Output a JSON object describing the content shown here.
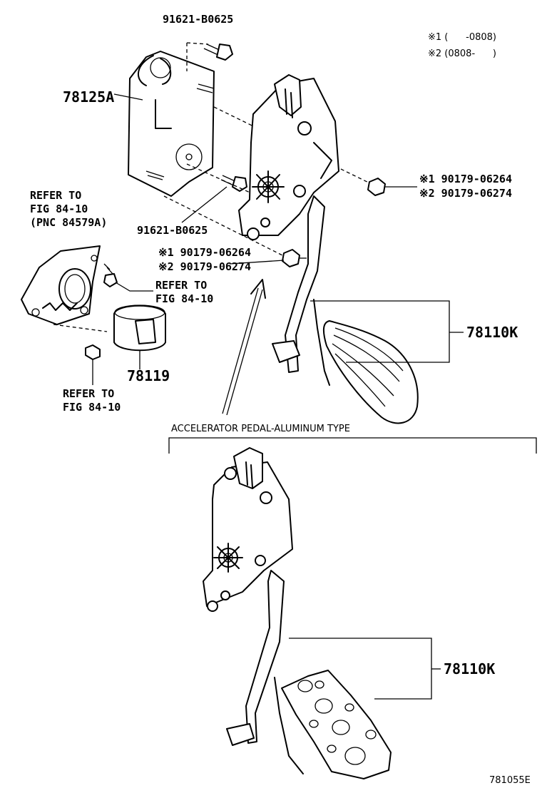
{
  "notes": {
    "n1": "※1 (      -0808)",
    "n2": "※2 (0808-      )"
  },
  "labels": {
    "bolt_top": "91621-B0625",
    "bracket": "78125A",
    "nut_right_1": "※1 90179-06264",
    "nut_right_2": "※2 90179-06274",
    "refer_left": "REFER TO\nFIG 84-10\n(PNC 84579A)",
    "bolt_bottom": "91621-B0625",
    "nut_mid_1": "※1 90179-06264",
    "nut_mid_2": "※2 90179-06274",
    "refer_mid": "REFER TO\nFIG 84-10",
    "pedal_top": "78110K",
    "part_78119": "78119",
    "refer_bottom": "REFER TO\nFIG 84-10",
    "aluminum_caption": "ACCELERATOR PEDAL-ALUMINUM TYPE",
    "pedal_bottom": "78110K",
    "figure_code": "781055E"
  }
}
